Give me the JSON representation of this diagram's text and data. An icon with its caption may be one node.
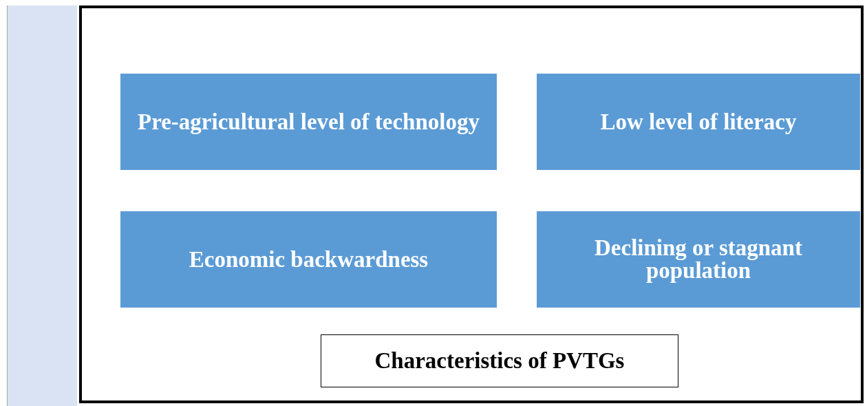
{
  "diagram": {
    "nodes": [
      {
        "text": [],
        "shape": "bar"
      },
      {
        "text": [],
        "shape": "box"
      },
      {
        "text": [
          "Pre-agricultural level of technology"
        ],
        "in": 1
      },
      {
        "text": [
          "Low level of literacy"
        ],
        "in": 1
      },
      {
        "text": [
          "Economic backwardness"
        ],
        "in": 1
      },
      {
        "text": [
          "Declining or stagnant population"
        ],
        "in": 1
      },
      {
        "text": [
          "Characteristics of PVTGs"
        ],
        "in": 1
      }
    ]
  }
}
